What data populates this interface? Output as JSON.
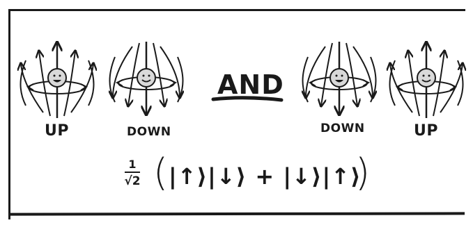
{
  "labels": {
    "up_1": "UP",
    "down_1": "DOWN",
    "and": "AND",
    "down_2": "DOWN",
    "up_2": "UP"
  },
  "formula": {
    "coefficient_numerator": "1",
    "coefficient_denominator": "√2",
    "open_paren": "(",
    "expression": "|↑⟩|↓⟩ + |↓⟩|↑⟩",
    "close_paren": ")"
  },
  "spins": [
    {
      "direction": "up",
      "face": "grin"
    },
    {
      "direction": "down",
      "face": "smile"
    },
    {
      "direction": "down",
      "face": "grin"
    },
    {
      "direction": "up",
      "face": "smile"
    }
  ],
  "colors": {
    "ink": "#1a1a1a",
    "paper": "#ffffff",
    "particle": "#d9d9d9"
  }
}
